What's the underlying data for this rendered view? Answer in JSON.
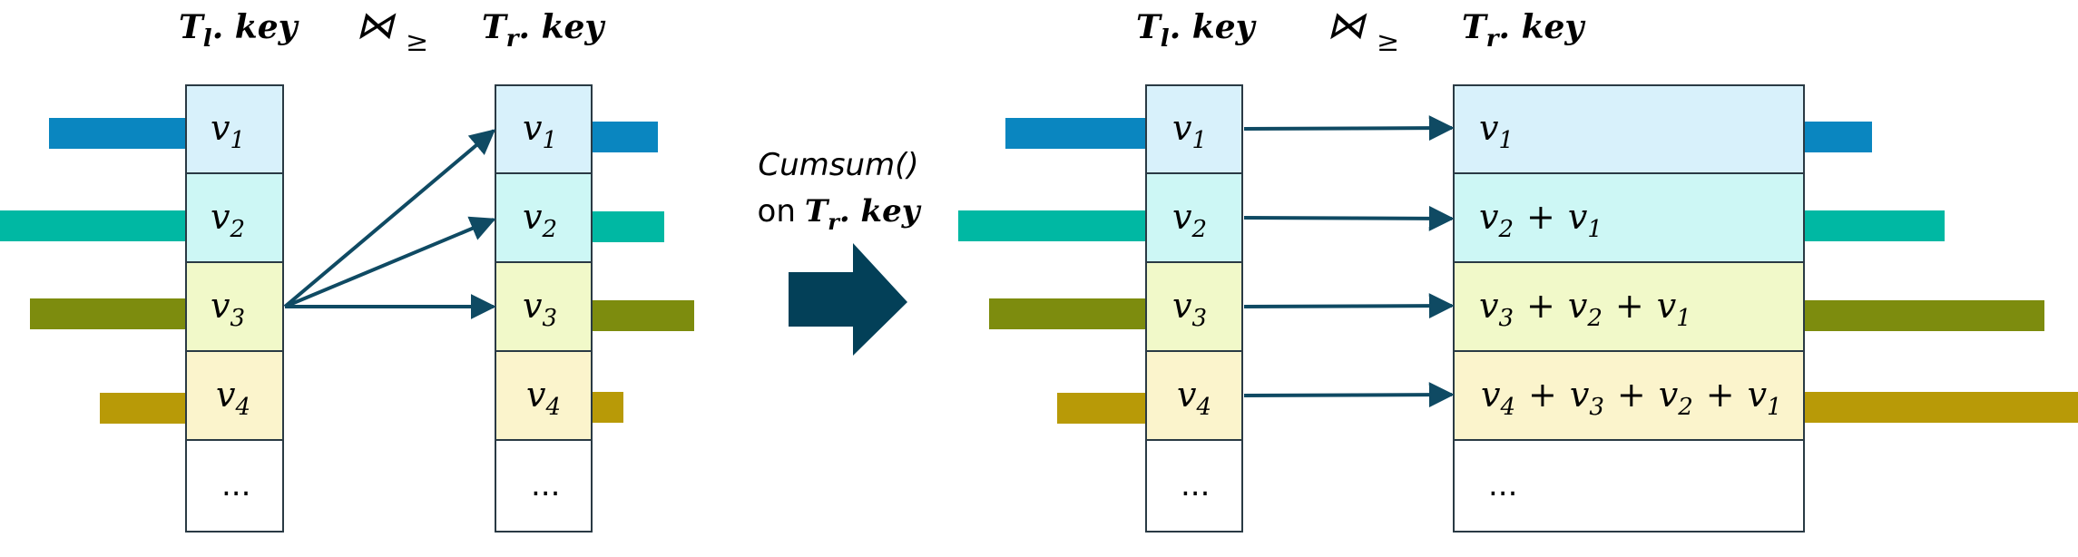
{
  "left_panel": {
    "header": {
      "left_table": "T",
      "left_sub": "l",
      "key_word": ". key",
      "join_symbol": "⋈",
      "join_sub": "≥",
      "right_table": "T",
      "right_sub": "r"
    },
    "cells": [
      {
        "base": "v",
        "sub": "1"
      },
      {
        "base": "v",
        "sub": "2"
      },
      {
        "base": "v",
        "sub": "3"
      },
      {
        "base": "v",
        "sub": "4"
      },
      {
        "text": "..."
      }
    ]
  },
  "middle": {
    "op_label": "Cumsum()",
    "on_word": "on",
    "target_table": "T",
    "target_sub": "r",
    "target_key": ". key"
  },
  "right_panel": {
    "header": {
      "left_table": "T",
      "left_sub": "l",
      "key_word": ". key",
      "join_symbol": "⋈",
      "join_sub": "≥",
      "right_table": "T",
      "right_sub": "r"
    },
    "left_cells": [
      {
        "base": "v",
        "sub": "1"
      },
      {
        "base": "v",
        "sub": "2"
      },
      {
        "base": "v",
        "sub": "3"
      },
      {
        "base": "v",
        "sub": "4"
      },
      {
        "text": "..."
      }
    ],
    "sum_cells": {
      "c1": [
        "1"
      ],
      "c2": [
        "2",
        "1"
      ],
      "c3": [
        "3",
        "2",
        "1"
      ],
      "c4": [
        "4",
        "3",
        "2",
        "1"
      ],
      "dots": "...",
      "plus": "+",
      "base": "v"
    }
  },
  "colors": {
    "row1_fill": "#d8f1fb",
    "row2_fill": "#cdf7f5",
    "row3_fill": "#f1f9c9",
    "row4_fill": "#fbf4cc",
    "bar1": "#0a86c0",
    "bar2": "#00b8a3",
    "bar3": "#7d8c0e",
    "bar4": "#b89a07",
    "arrow": "#0f4a63",
    "big_arrow": "#034058",
    "border": "#2a3a44"
  }
}
